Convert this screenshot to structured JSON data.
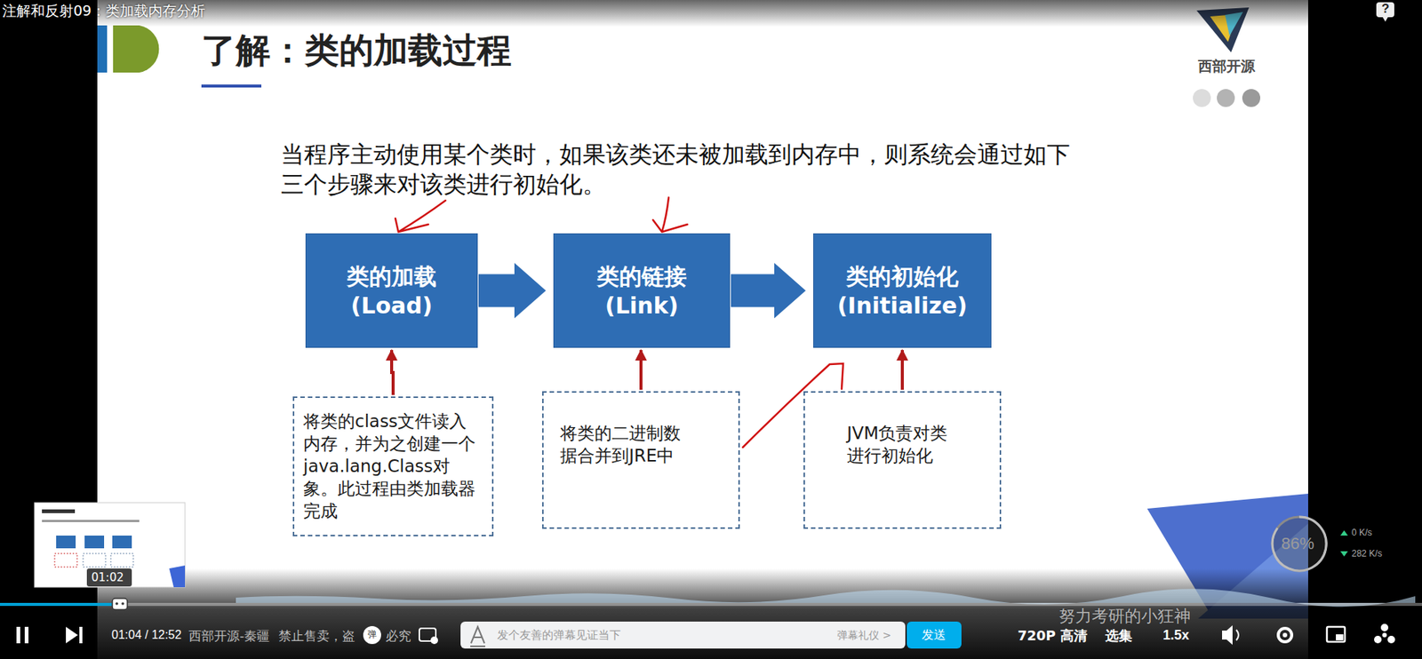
{
  "diagram": {
    "title": "了解：类的加载过程",
    "nodes": [
      {
        "text": [
          "类的加载 (Load)"
        ]
      },
      {
        "text": [
          "类的链接 (Link)"
        ]
      },
      {
        "text": [
          "类的初始化 (Initialize)"
        ]
      },
      {
        "text": [
          "将类的class文件读入内存，并为之创建一个java.lang.Class对象。此过程由类加载器完成"
        ]
      },
      {
        "text": [
          "将类的二进制数据合并到JRE中"
        ]
      },
      {
        "text": [
          "JVM负责对类进行初始化"
        ]
      }
    ],
    "edges": [
      {
        "from": 0,
        "to": 1,
        "arrow": "to"
      },
      {
        "from": 1,
        "to": 2,
        "arrow": "to"
      },
      {
        "from": 3,
        "to": 0,
        "arrow": "to"
      },
      {
        "from": 4,
        "to": 1,
        "arrow": "to"
      },
      {
        "from": 5,
        "to": 2,
        "arrow": "to"
      }
    ],
    "labels": [
      "注解和反射09：类加载内存分析",
      "西部开源",
      "当程序主动使用某个类时，如果该类还未被加载到内存中，则系统会通过如下三个步骤来对该类进行初始化。",
      "01:02",
      "01:04 / 12:52",
      "西部开源-秦疆",
      "禁止售卖，盗",
      "弹",
      "必究",
      "发个友善的弹幕见证当下",
      "弹幕礼仪 >",
      "发送",
      "720P 高清",
      "选集",
      "1.5x",
      "86%",
      "0 K/s",
      "282 K/s",
      "努力考研的小狂神",
      "?"
    ]
  }
}
